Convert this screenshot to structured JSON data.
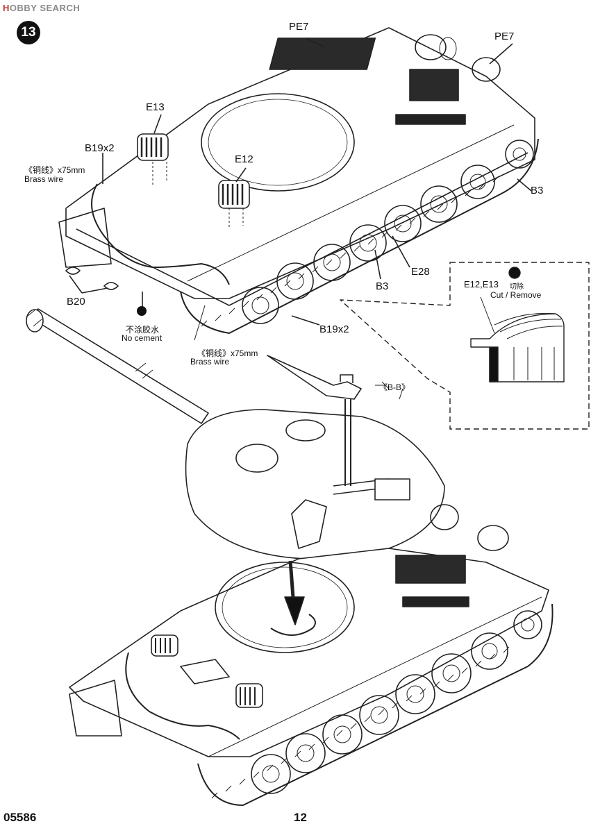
{
  "watermark": {
    "brand_a": "H",
    "brand_b": "OBBY SEARCH"
  },
  "step_number": "13",
  "labels": {
    "pe7_top": "PE7",
    "pe7_right": "PE7",
    "e13": "E13",
    "b19x2_top": "B19x2",
    "wire_cn_top": "《铜线》x75mm",
    "brass_wire_top": "Brass wire",
    "e12": "E12",
    "b3_right": "B3",
    "b3_mid": "B3",
    "e28": "E28",
    "b20": "B20",
    "no_cement_cn": "不涂胶水",
    "no_cement": "No cement",
    "b19x2_bottom": "B19x2",
    "wire_cn_bottom": "《铜线》x75mm",
    "brass_wire_bottom": "Brass wire",
    "bb": "《B-B》",
    "detail_parts": "E12,E13",
    "detail_cn": "切除",
    "detail_cut": "Cut / Remove"
  },
  "footer": {
    "kit_number": "05586",
    "page_number": "12"
  }
}
